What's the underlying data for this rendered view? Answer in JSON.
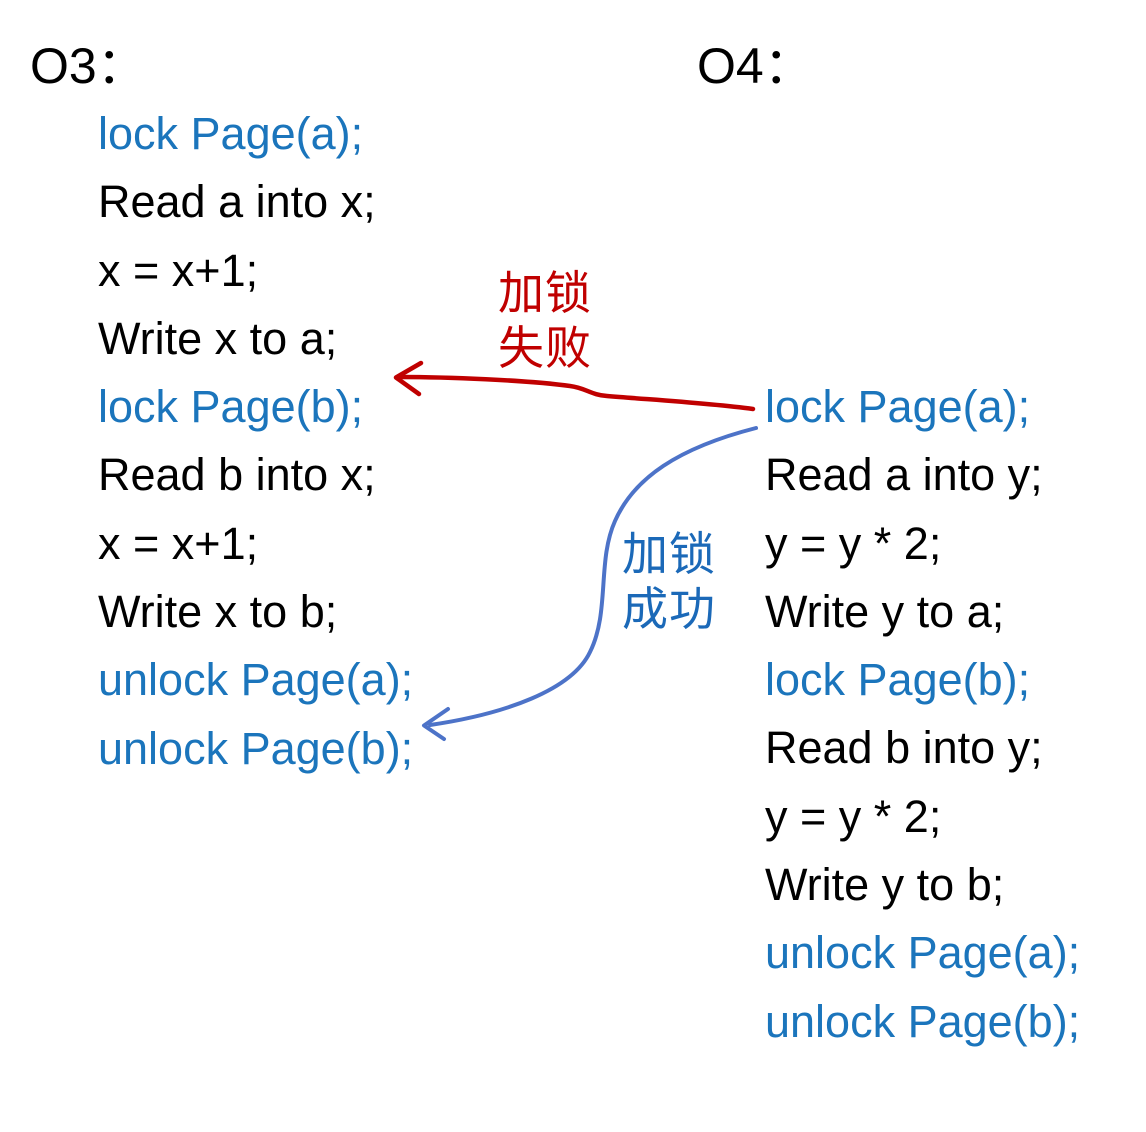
{
  "colors": {
    "code_black": "#000000",
    "code_blue": "#1B75BC",
    "fail_red": "#C00000",
    "success_arrow_blue": "#4D73C8",
    "success_text_blue": "#1B69B8"
  },
  "transactions": {
    "o3": {
      "title": "O3：",
      "lines": [
        {
          "text": "lock Page(a);",
          "kind": "lock"
        },
        {
          "text": "Read a into x;",
          "kind": "plain"
        },
        {
          "text": "x = x+1;",
          "kind": "plain"
        },
        {
          "text": "Write x to a;",
          "kind": "plain"
        },
        {
          "text": "lock Page(b);",
          "kind": "lock"
        },
        {
          "text": "Read b into x;",
          "kind": "plain"
        },
        {
          "text": "x = x+1;",
          "kind": "plain"
        },
        {
          "text": "Write x to b;",
          "kind": "plain"
        },
        {
          "text": "unlock Page(a);",
          "kind": "lock"
        },
        {
          "text": "unlock Page(b);",
          "kind": "lock"
        }
      ]
    },
    "o4": {
      "title": "O4：",
      "lines": [
        {
          "text": "lock Page(a);",
          "kind": "lock"
        },
        {
          "text": "Read a into y;",
          "kind": "plain"
        },
        {
          "text": "y = y * 2;",
          "kind": "plain"
        },
        {
          "text": "Write y to a;",
          "kind": "plain"
        },
        {
          "text": "lock Page(b);",
          "kind": "lock"
        },
        {
          "text": "Read b into y;",
          "kind": "plain"
        },
        {
          "text": "y = y * 2;",
          "kind": "plain"
        },
        {
          "text": "Write y to b;",
          "kind": "plain"
        },
        {
          "text": "unlock Page(a);",
          "kind": "lock"
        },
        {
          "text": "unlock Page(b);",
          "kind": "lock"
        }
      ]
    }
  },
  "annotations": {
    "lock_fail": {
      "text": "加锁\n失败"
    },
    "lock_success": {
      "text": "加锁\n成功"
    }
  }
}
